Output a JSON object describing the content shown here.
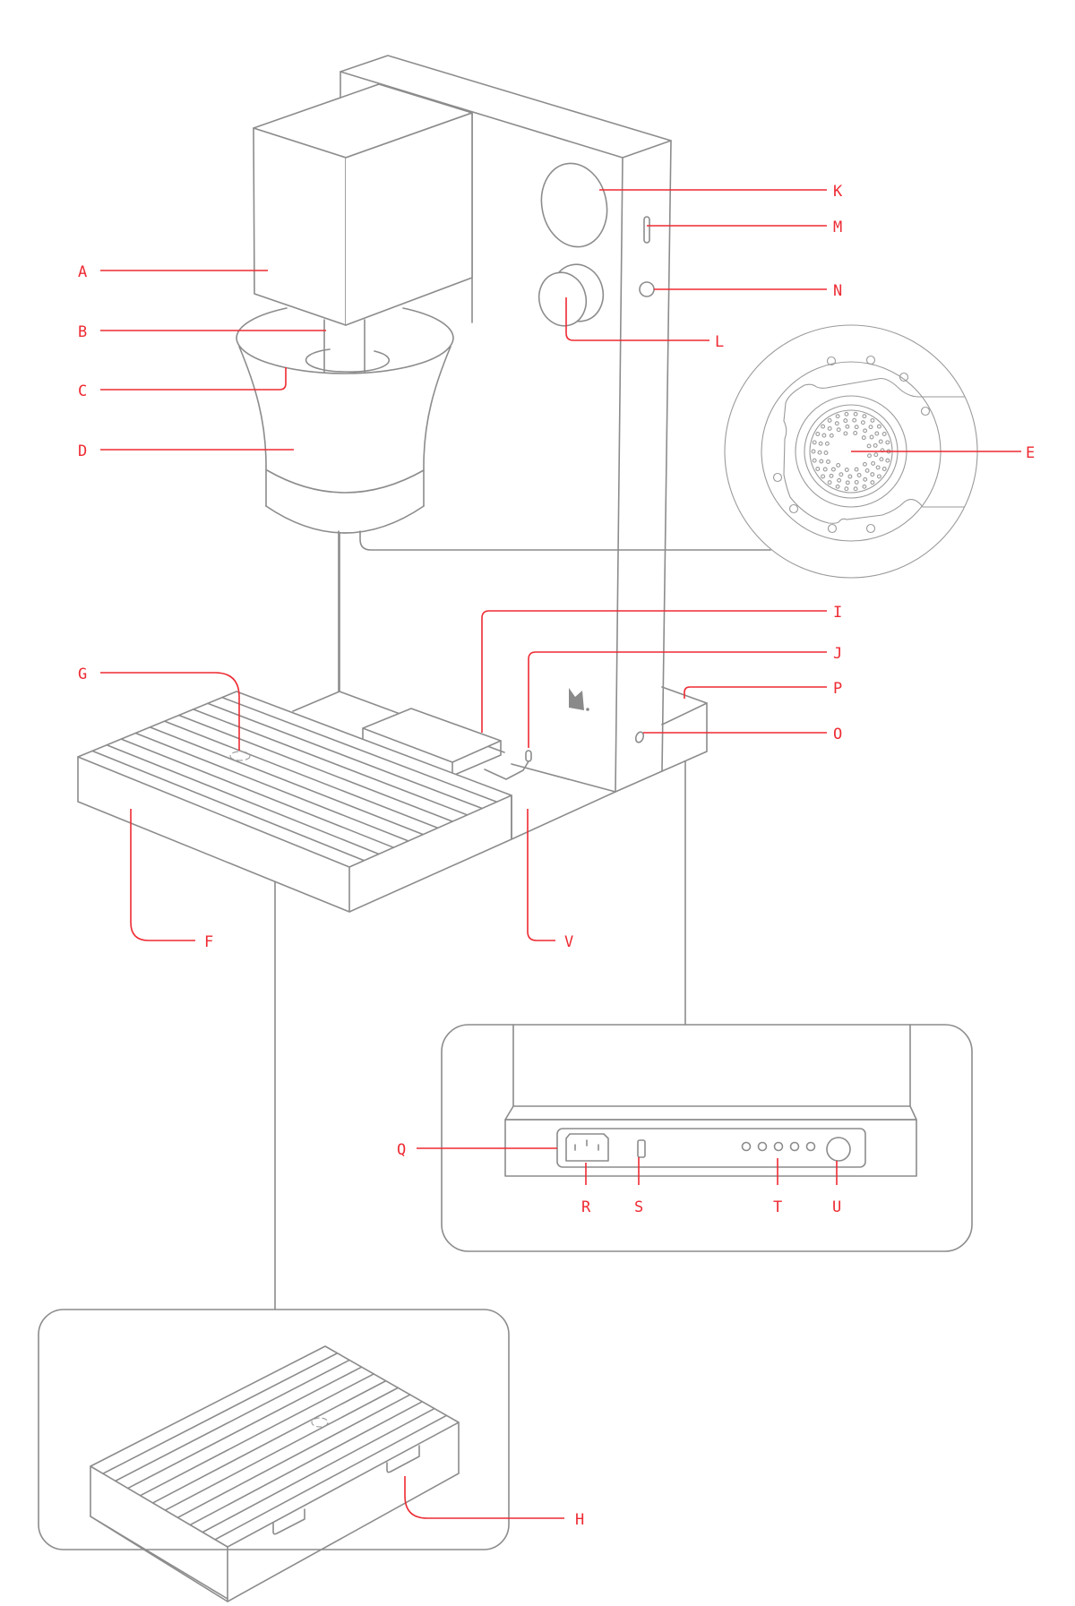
{
  "title": "Exploded product diagram with lettered callouts",
  "colors": {
    "line": "#8c8c8c",
    "callout": "#ee2a32",
    "background": "#ffffff"
  },
  "callouts": {
    "A": "A",
    "B": "B",
    "C": "C",
    "D": "D",
    "E": "E",
    "F": "F",
    "G": "G",
    "H": "H",
    "I": "I",
    "J": "J",
    "K": "K",
    "L": "L",
    "M": "M",
    "N": "N",
    "O": "O",
    "P": "P",
    "Q": "Q",
    "R": "R",
    "S": "S",
    "T": "T",
    "U": "U",
    "V": "V"
  },
  "insets": [
    {
      "name": "burr-detail",
      "callouts": [
        "E"
      ]
    },
    {
      "name": "rear-panel-detail",
      "callouts": [
        "Q",
        "R",
        "S",
        "T",
        "U"
      ],
      "indicator_dot_count": 5
    },
    {
      "name": "tray-underside-detail",
      "callouts": [
        "H"
      ]
    }
  ],
  "logo_icon": "brand-logo-icon"
}
